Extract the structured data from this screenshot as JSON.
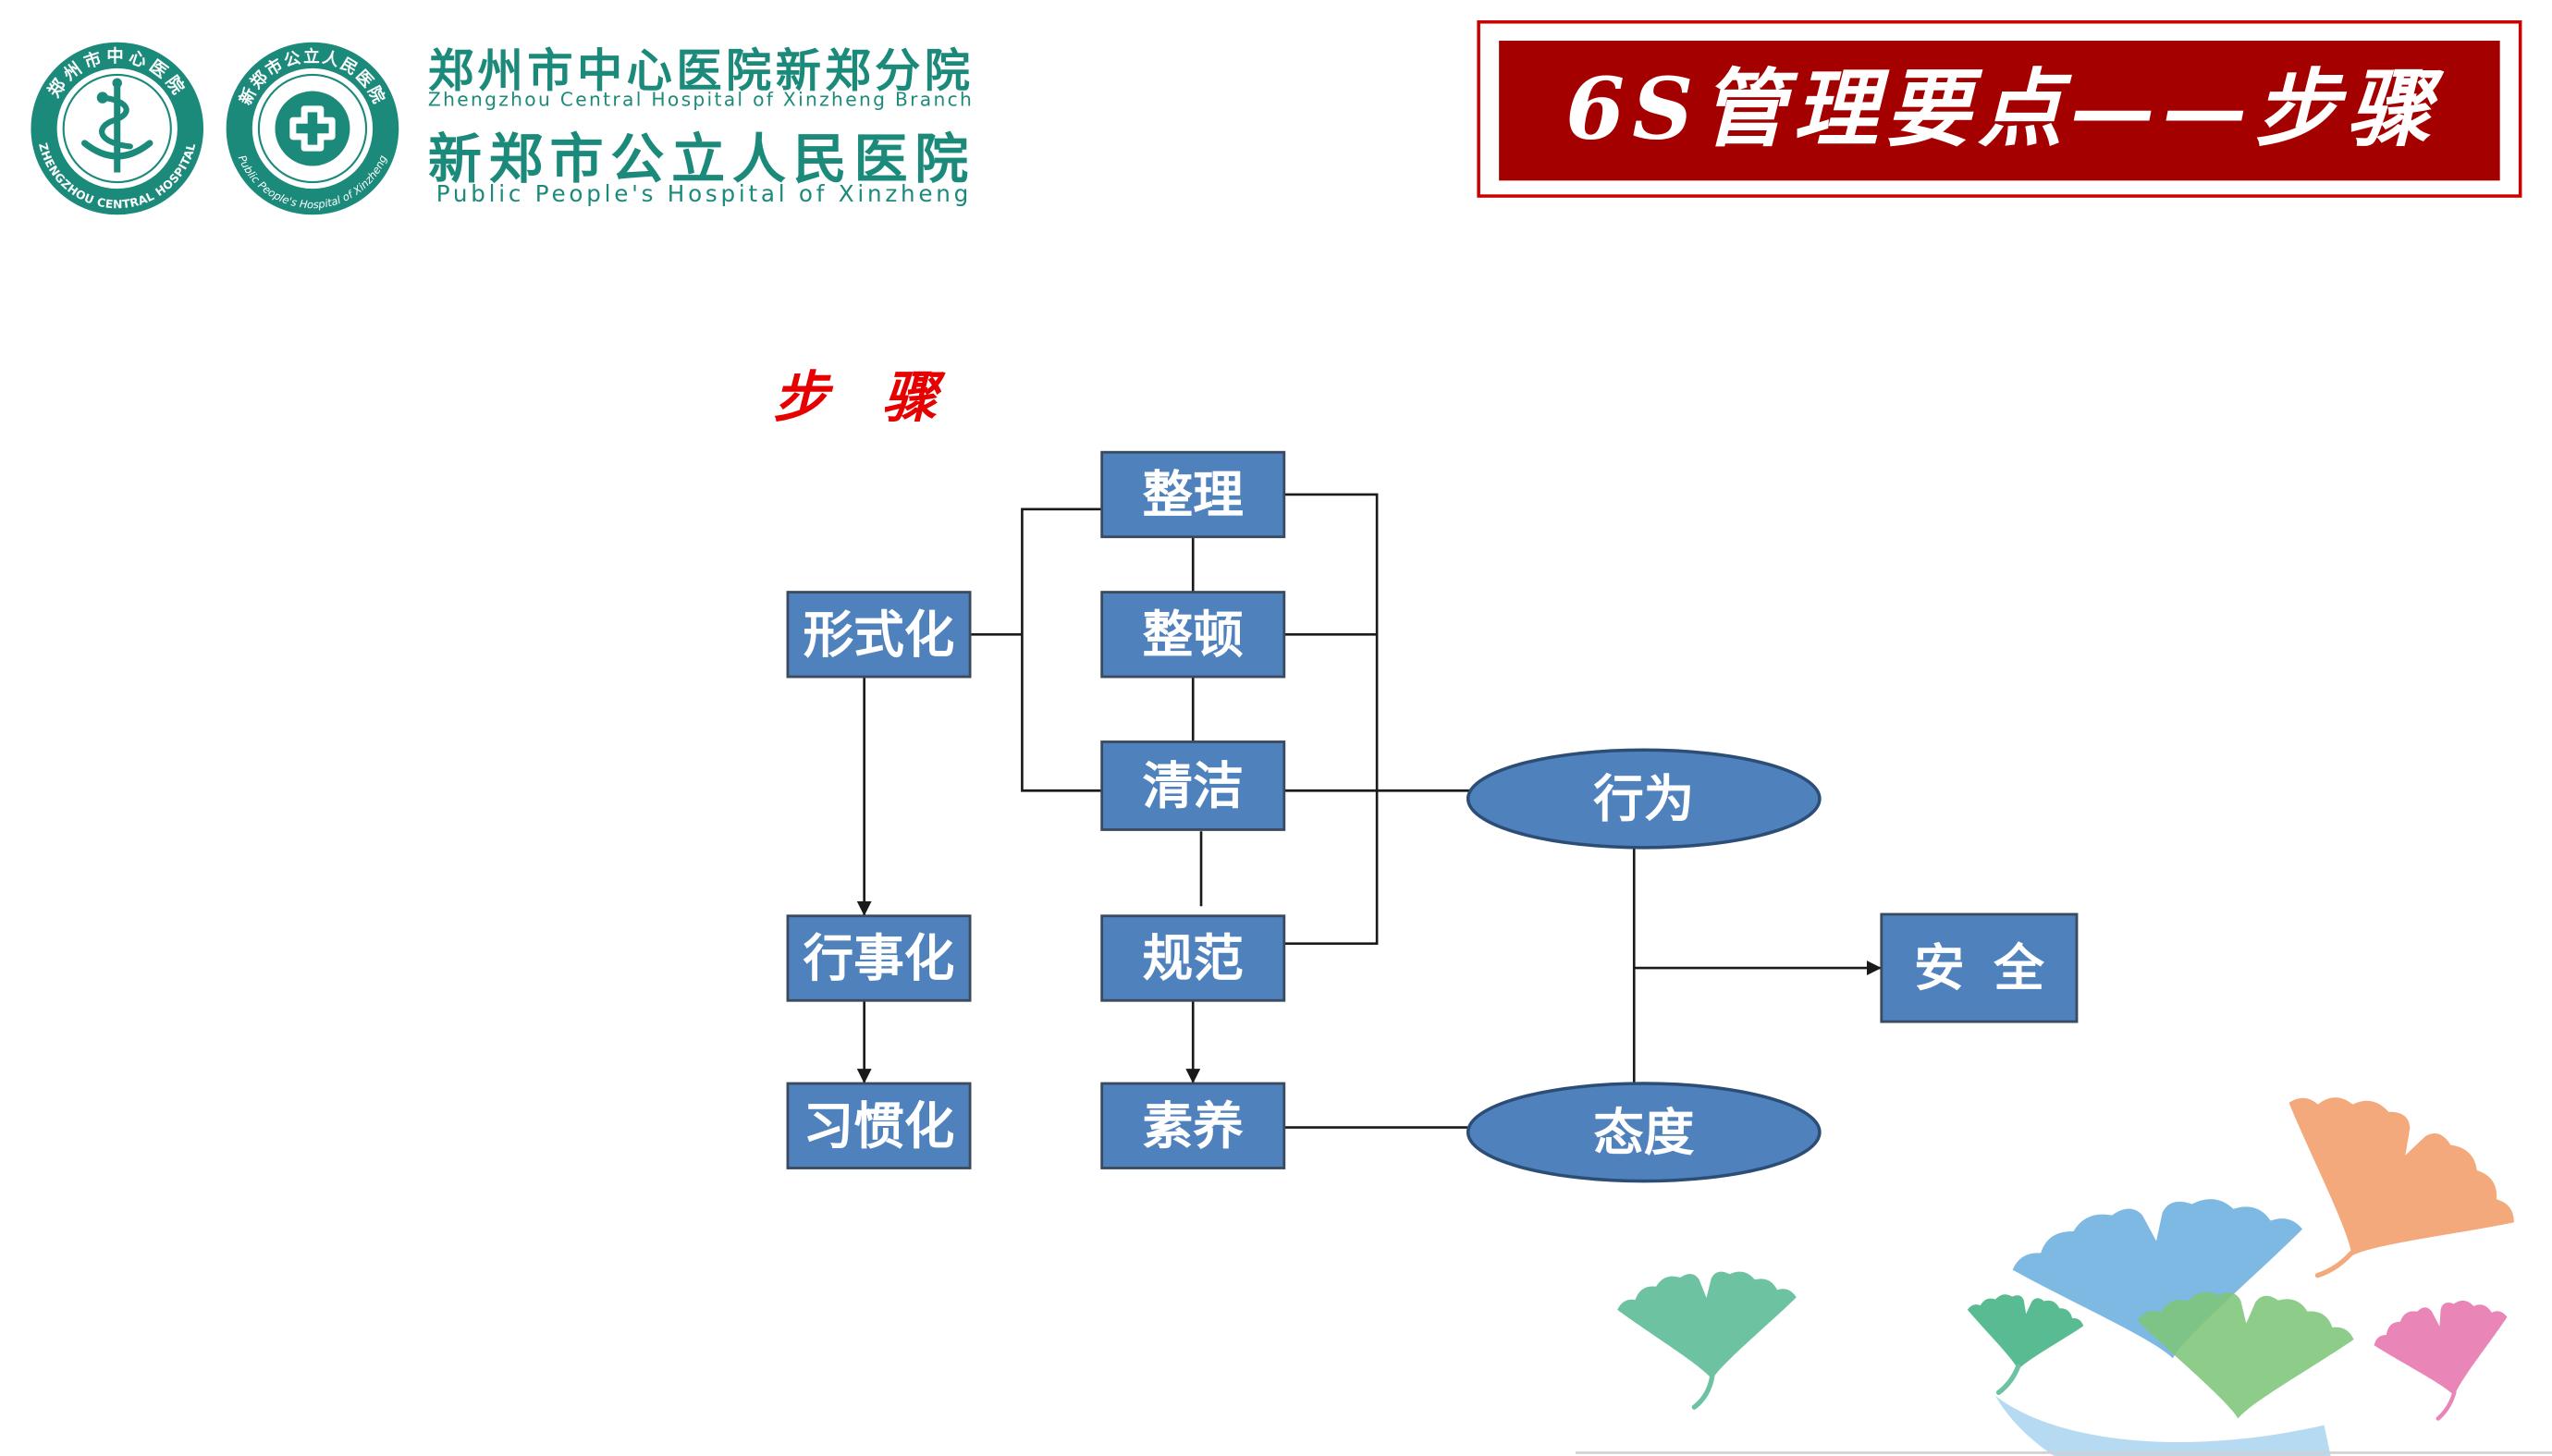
{
  "header": {
    "logo_left": {
      "icon": "hospital-emblem-icon",
      "ring_top": "郑州市中心医院",
      "ring_bottom": "ZHENGZHOU CENTRAL HOSPITAL"
    },
    "logo_right": {
      "icon": "medical-cross-icon",
      "ring_top": "新郑市公立人民医院",
      "ring_bottom": "Public People's Hospital of Xinzheng"
    },
    "branch_name_cn": "郑州市中心医院新郑分院",
    "branch_name_en": "Zhengzhou Central Hospital of Xinzheng Branch",
    "hospital_name_cn": "新郑市公立人民医院",
    "hospital_name_en": "Public People's Hospital of Xinzheng"
  },
  "title": "6S管理要点——步骤",
  "diagram": {
    "heading": "步 骤",
    "steps": [
      "整理",
      "整顿",
      "清洁",
      "规范",
      "素养"
    ],
    "stages": [
      "形式化",
      "行事化",
      "习惯化"
    ],
    "outcomes": [
      "行为",
      "态度"
    ],
    "goal": "安 全"
  },
  "decoration": {
    "icon": "ginkgo-leaf-icon"
  },
  "colors": {
    "brand_teal": "#1b8a7a",
    "title_border": "#cc0000",
    "title_fill": "#a50000",
    "title_text": "#ffffff",
    "heading_red": "#e60000",
    "node_fill": "#4f81bd",
    "node_stroke": "#3b4b5f",
    "ellipse_stroke": "#2c4d75",
    "node_text": "#ffffff",
    "connector": "#1a1a1a",
    "leaf_green": "#6cc2a1",
    "leaf_green_dark": "#58bb92",
    "leaf_blue": "#7db9e2",
    "leaf_orange": "#f3a97c",
    "leaf_lime": "#7ec57a",
    "leaf_pink": "#e985b7",
    "swoosh_blue": "#a8d4f0",
    "base_line": "#d0d0d0"
  }
}
